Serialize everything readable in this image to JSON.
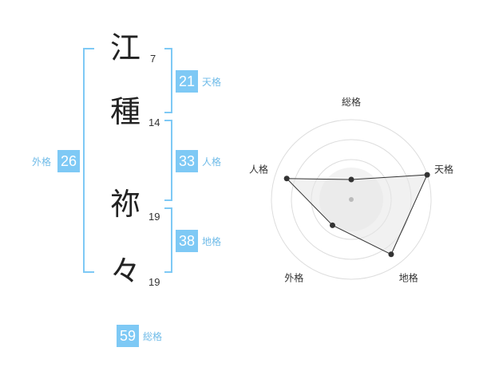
{
  "name": {
    "chars": [
      {
        "char": "江",
        "strokes": "7"
      },
      {
        "char": "種",
        "strokes": "14"
      },
      {
        "char": "祢",
        "strokes": "19"
      },
      {
        "char": "々",
        "strokes": "19"
      }
    ]
  },
  "fortunes": {
    "tenkaku": {
      "value": "21",
      "label": "天格"
    },
    "jinkaku": {
      "value": "33",
      "label": "人格"
    },
    "chikaku": {
      "value": "38",
      "label": "地格"
    },
    "gaikaku": {
      "value": "26",
      "label": "外格"
    },
    "soukaku": {
      "value": "59",
      "label": "総格"
    }
  },
  "chart_data": {
    "type": "radar",
    "axes": [
      "総格",
      "天格",
      "地格",
      "外格",
      "人格"
    ],
    "values": [
      0.25,
      1.0,
      0.85,
      0.4,
      0.85
    ],
    "range": [
      0,
      1
    ],
    "rings": 4,
    "colors": {
      "line": "#333333",
      "fill": "#e5e5e5",
      "ring": "#dddddd",
      "point": "#333333"
    }
  },
  "colors": {
    "accent": "#7ec9f5",
    "accent_text": "#6fbbe8"
  }
}
